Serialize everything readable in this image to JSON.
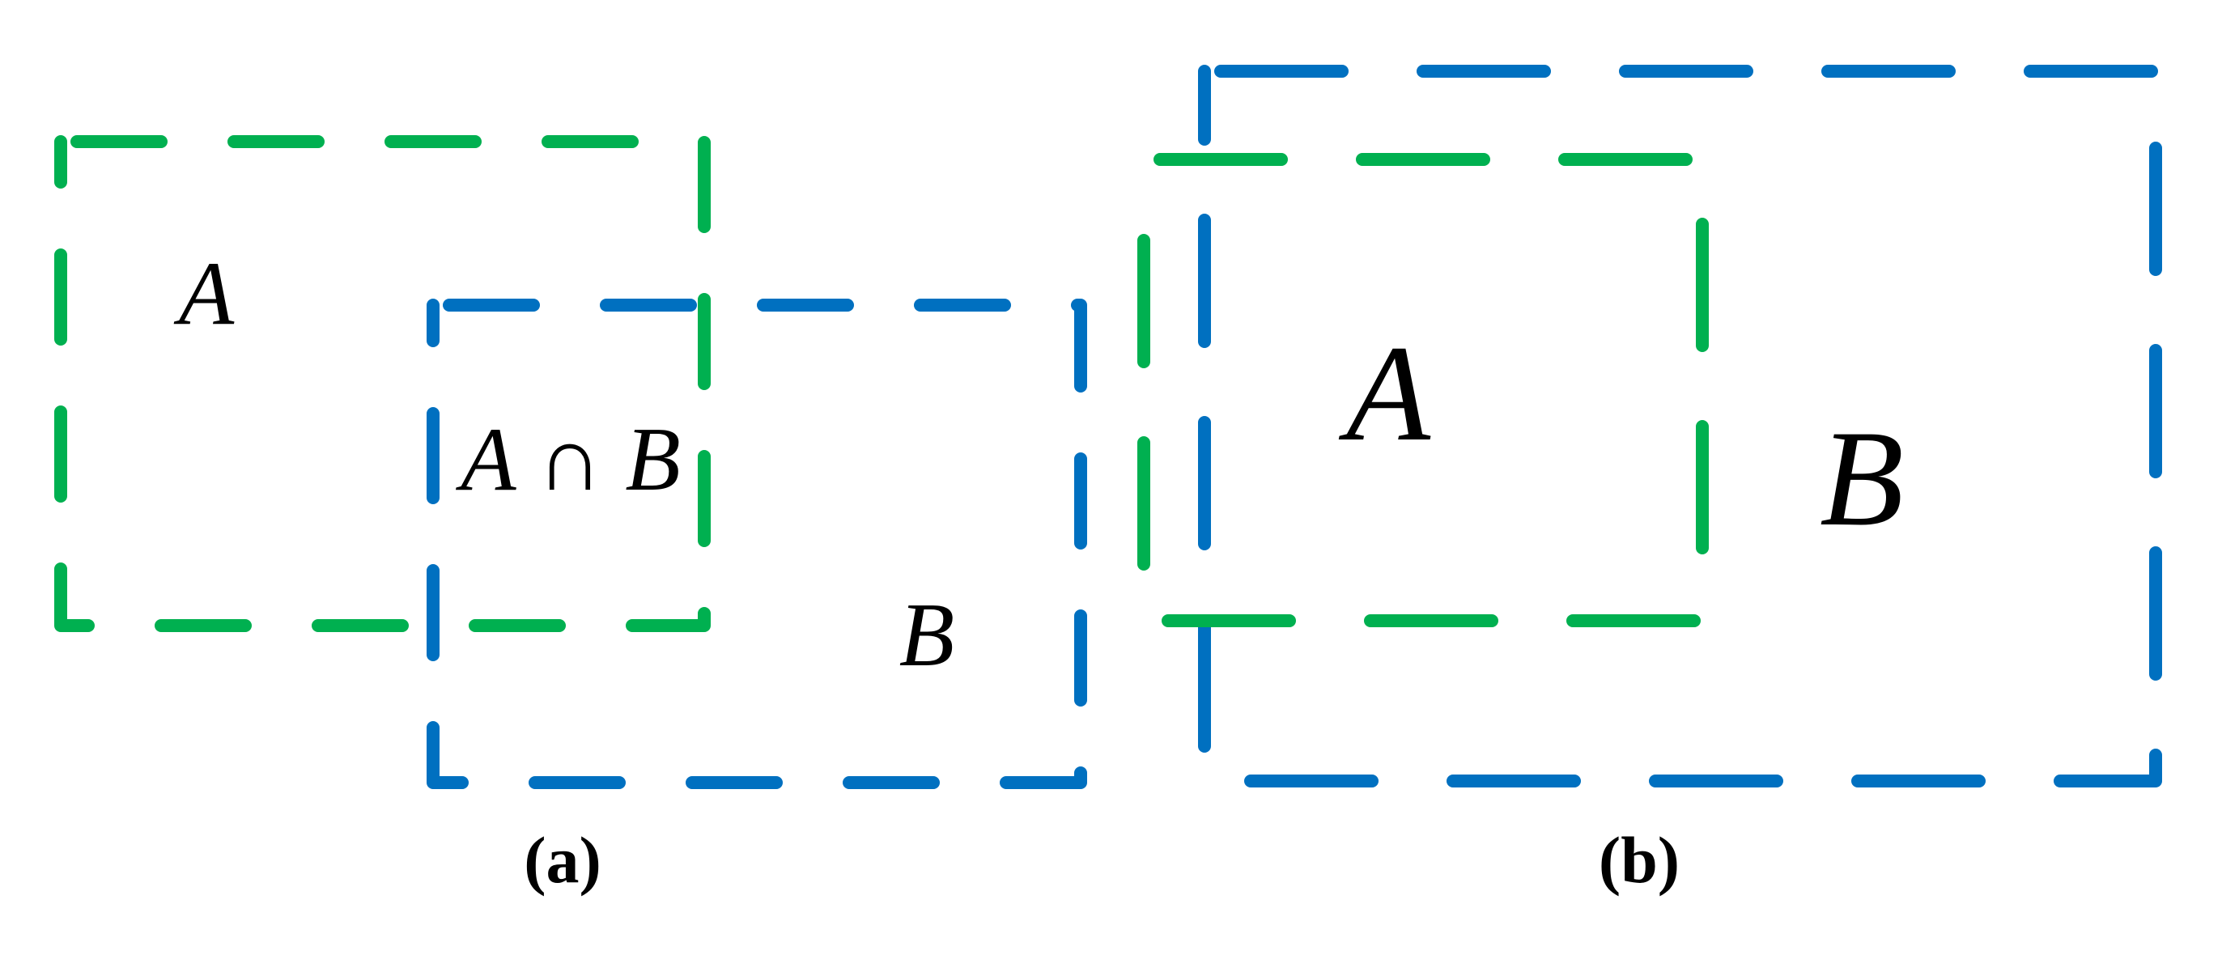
{
  "colors": {
    "set_a": "#00b050",
    "set_b": "#0070c0",
    "text": "#000000",
    "background": "#ffffff"
  },
  "panel_a": {
    "label_a": "A",
    "label_intersection": "A ∩ B",
    "label_b": "B",
    "caption": "(a)"
  },
  "panel_b": {
    "label_a": "A",
    "label_b": "B",
    "caption": "(b)"
  }
}
